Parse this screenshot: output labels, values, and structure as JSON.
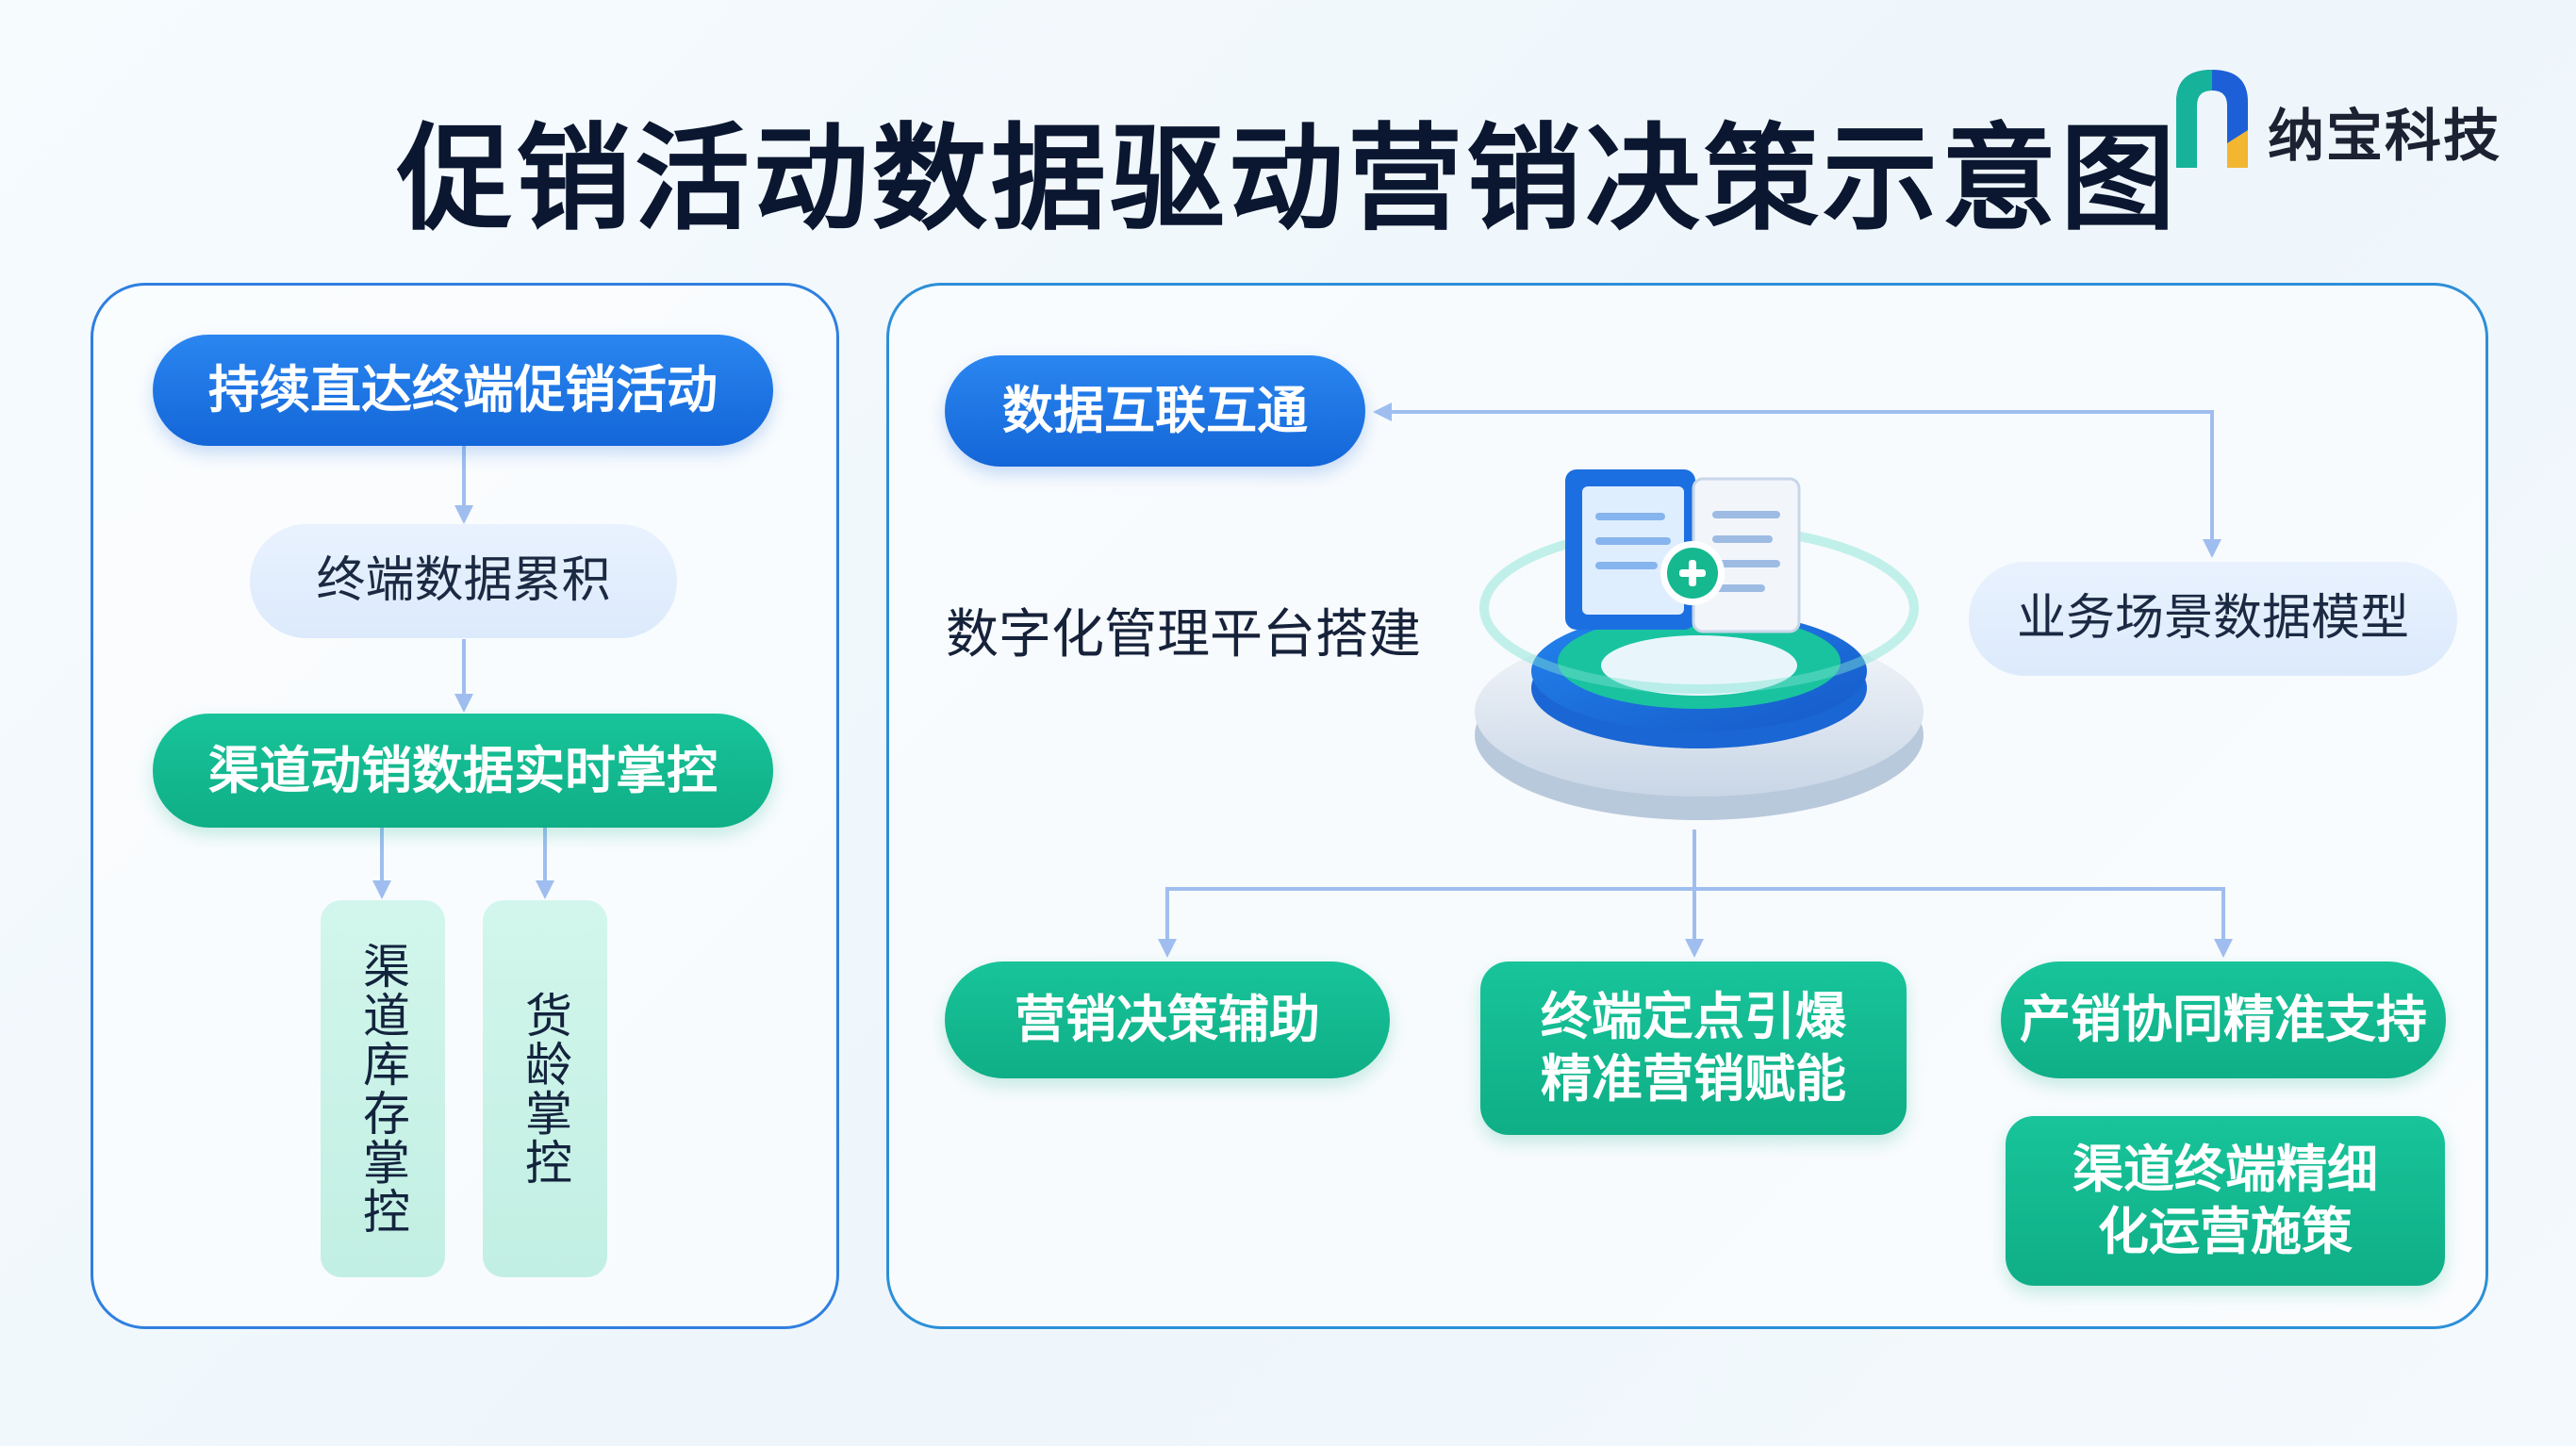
{
  "title": "促销活动数据驱动营销决策示意图",
  "brand": {
    "name": "纳宝科技",
    "logo_colors": [
      "#1d5fd6",
      "#16b39a",
      "#f2b631"
    ]
  },
  "left_panel": {
    "step1": "持续直达终端促销活动",
    "step2": "终端数据累积",
    "step3": "渠道动销数据实时掌控",
    "branch_a": "渠道库存掌控",
    "branch_b": "货龄掌控"
  },
  "right_panel": {
    "data_connect": "数据互联互通",
    "platform_label": "数字化管理平台搭建",
    "platform_icon": "document-platform-icon",
    "scenario_model": "业务场景数据模型",
    "outcome_1": "营销决策辅助",
    "outcome_2": "终端定点引爆精准营销赋能",
    "outcome_3": "产销协同精准支持",
    "outcome_4": "渠道终端精细化运营施策"
  },
  "colors": {
    "blue": "#1f76e8",
    "green": "#14b890",
    "light_blue": "#e2eefd",
    "mint": "#c9f2e6",
    "connector": "#2c6fdc"
  }
}
